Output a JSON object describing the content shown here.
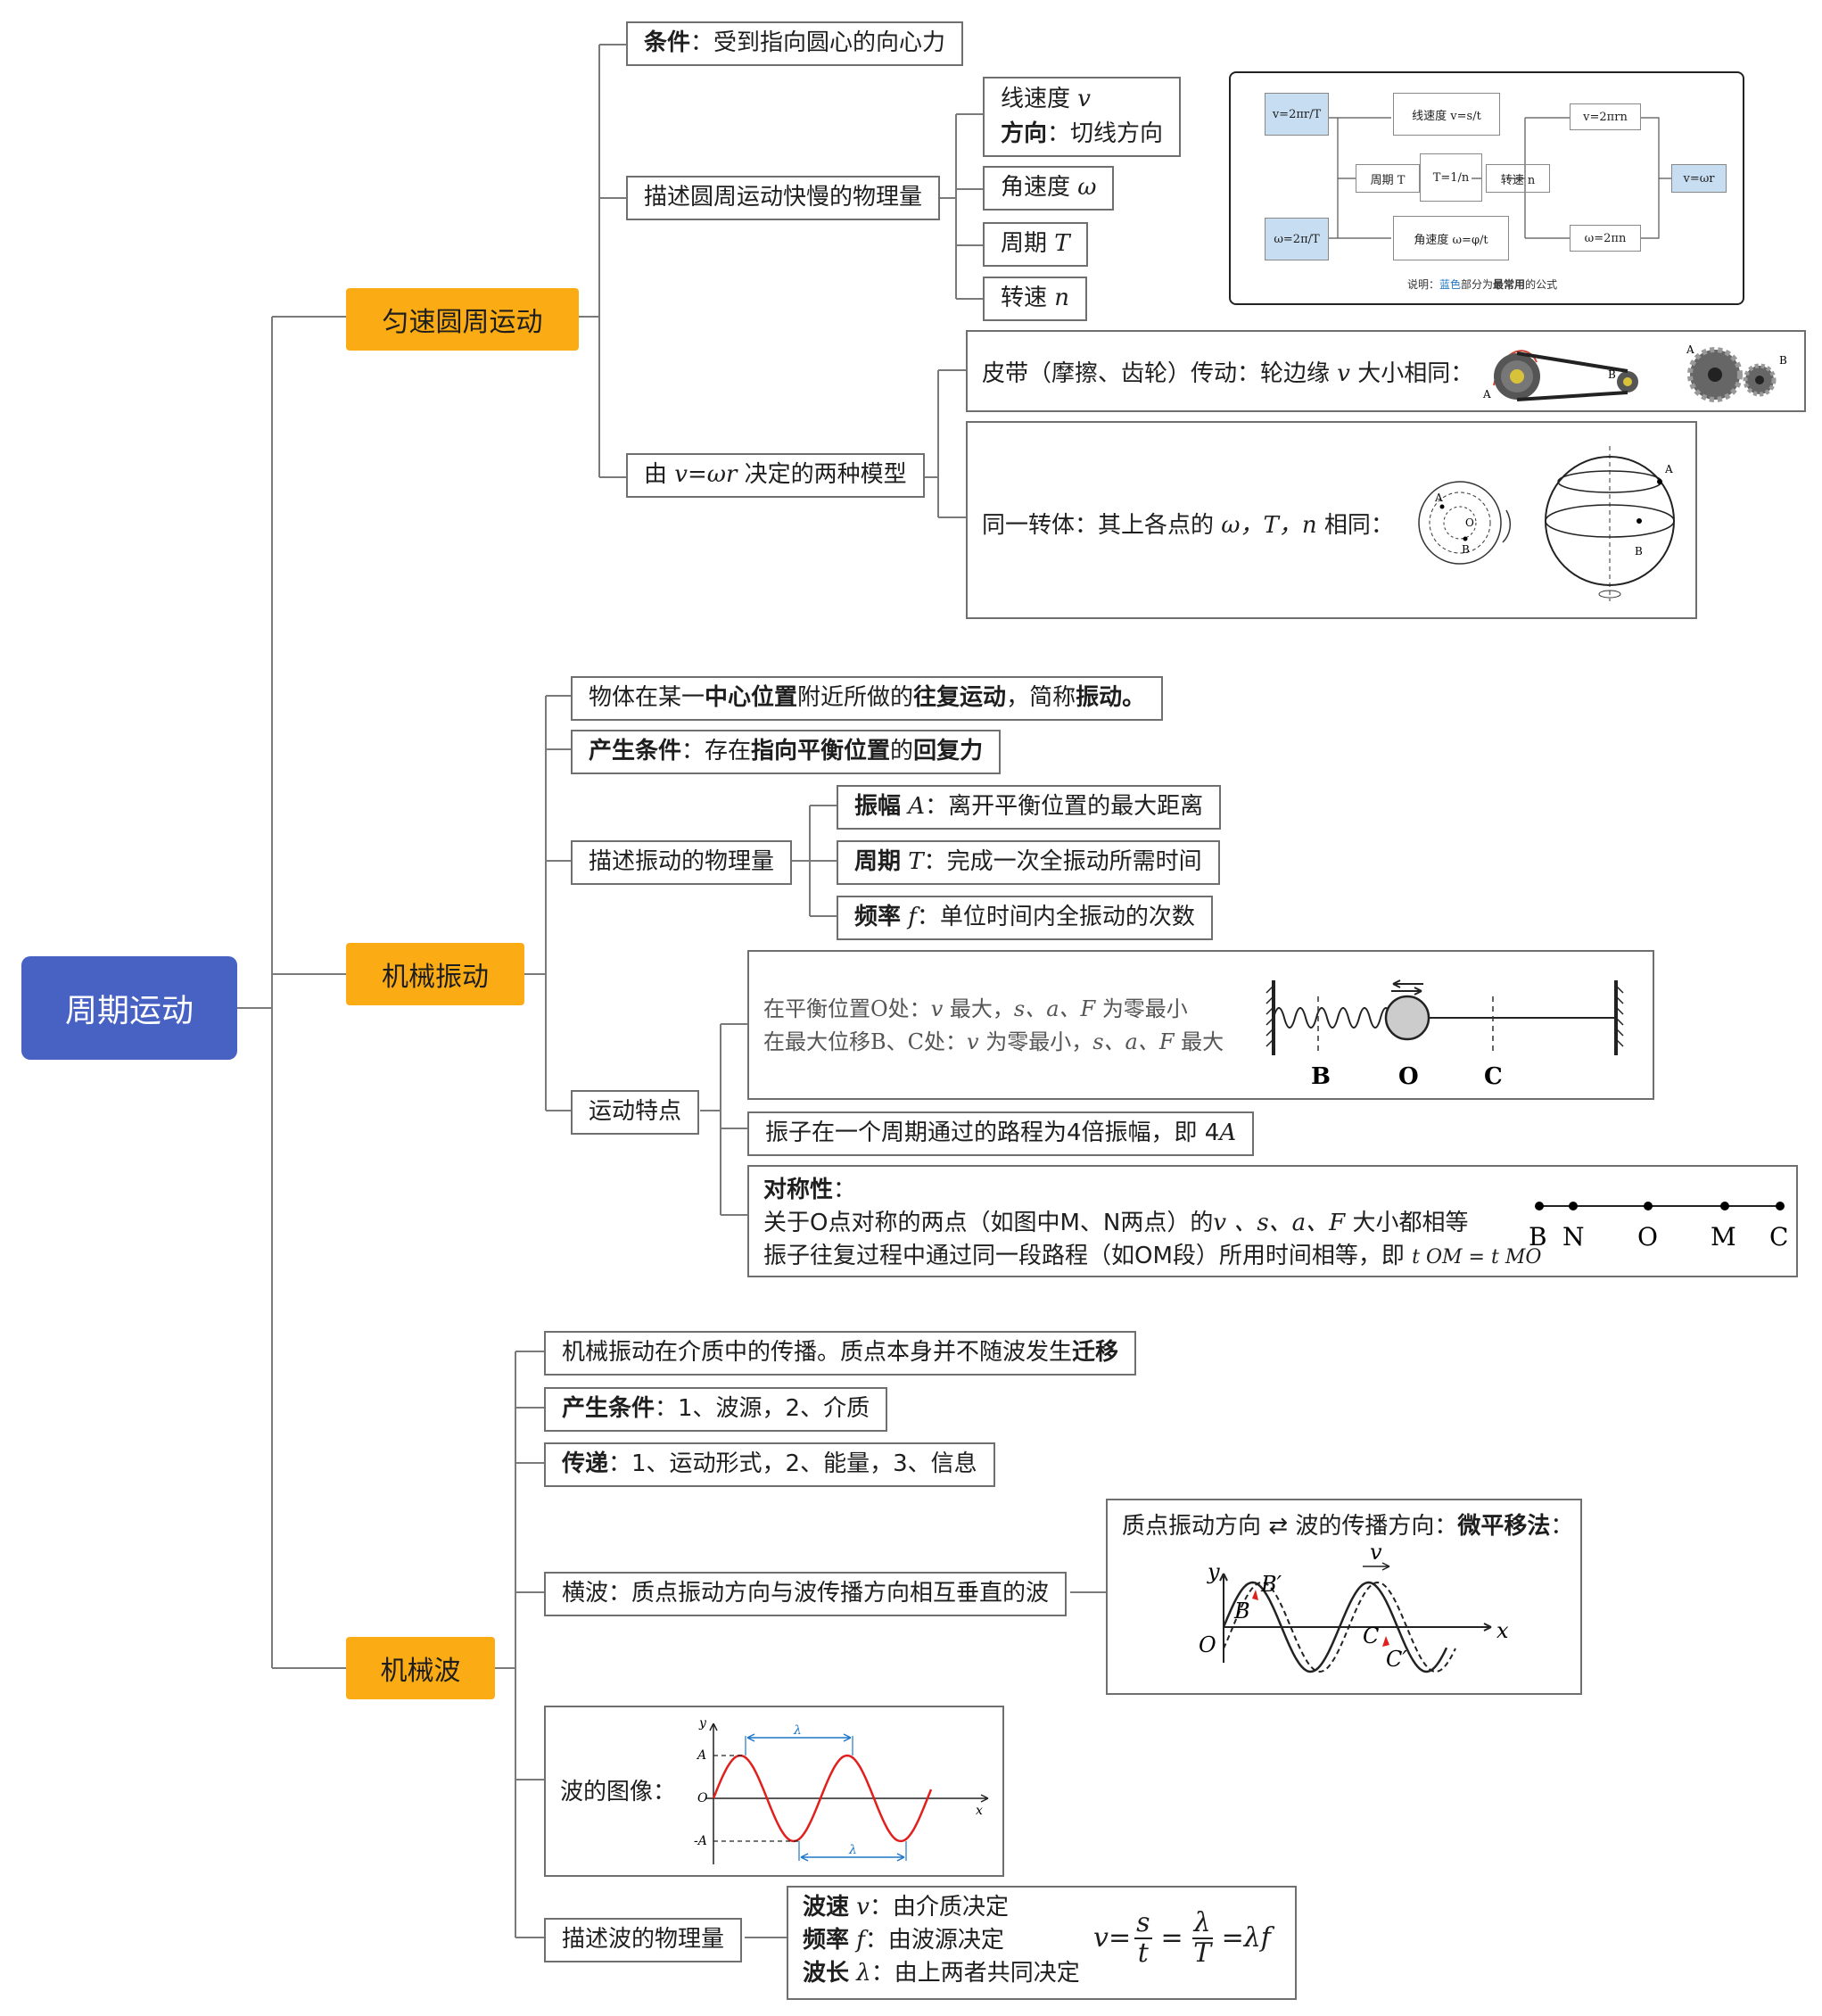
{
  "root": {
    "label": "周期运动"
  },
  "topics": {
    "circular": "匀速圆周运动",
    "vibration": "机械振动",
    "wave": "机械波"
  },
  "circular": {
    "condition_label": "条件",
    "condition_text": "：受到指向圆心的向心力",
    "describe": "描述圆周运动快慢的物理量",
    "linear_speed": "线速度",
    "linear_speed_sym": "v",
    "direction_label": "方向",
    "direction_text": "：切线方向",
    "angular_speed": "角速度",
    "angular_speed_sym": "ω",
    "period": "周期",
    "period_sym": "T",
    "rotation": "转速",
    "rotation_sym": "n",
    "models_prefix": "由",
    "models_formula": "v=ωr",
    "models_suffix": "决定的两种模型",
    "belt_prefix": "皮带（摩擦、齿轮）传动：轮边缘",
    "belt_sym": "v",
    "belt_suffix": "大小相同：",
    "same_body_prefix": "同一转体：其上各点的",
    "same_body_syms": "ω，T，n",
    "same_body_suffix": "相同：",
    "formula_box": {
      "v_2pir_T": "v=2πr/T",
      "linear_st": "线速度 v=s/t",
      "v_2pirn": "v=2πrn",
      "period_T": "周期 T",
      "T_1_n": "T=1/n",
      "rotation_n": "转速 n",
      "v_omega_r": "v=ωr",
      "w_2pi_T": "ω=2π/T",
      "angular_phi_t": "角速度 ω=φ/t",
      "w_2pin": "ω=2πn",
      "note_prefix": "说明：",
      "note_blue": "蓝色",
      "note_mid": "部分为",
      "note_bold": "最常用",
      "note_suffix": "的公式"
    },
    "fig_labels": {
      "A": "A",
      "B": "B",
      "O": "O"
    }
  },
  "vibration": {
    "def_pre": "物体在某一",
    "def_b1": "中心位置",
    "def_mid": "附近所做的",
    "def_b2": "往复运动",
    "def_mid2": "，简称",
    "def_b3": "振动。",
    "cond_label": "产生条件",
    "cond_mid": "：存在",
    "cond_b1": "指向平衡位置",
    "cond_mid2": "的",
    "cond_b2": "回复力",
    "describe": "描述振动的物理量",
    "amp_label": "振幅",
    "amp_sym": "A",
    "amp_text": "：离开平衡位置的最大距离",
    "per_label": "周期",
    "per_sym": "T",
    "per_text": "：完成一次全振动所需时间",
    "freq_label": "频率",
    "freq_sym": "f",
    "freq_text": "：单位时间内全振动的次数",
    "features": "运动特点",
    "feat_line1_pre": "在平衡位置O处：",
    "feat_line1_sym": "v",
    "feat_line1_mid": "最大，",
    "feat_line1_syms": "s、a、F",
    "feat_line1_suf": "为零最小",
    "feat_line2_pre": "在最大位移B、C处：",
    "feat_line2_sym": "v",
    "feat_line2_mid": "为零最小，",
    "feat_line2_syms": "s、a、F",
    "feat_line2_suf": "最大",
    "spring_labels": {
      "B": "B",
      "O": "O",
      "C": "C"
    },
    "path_text": "振子在一个周期通过的路程为4倍振幅，即 4",
    "path_sym": "A",
    "sym_title": "对称性",
    "sym_colon": "：",
    "sym_line1_pre": "关于O点对称的两点（如图中M、N两点）的",
    "sym_line1_syms": "v 、s、a、F",
    "sym_line1_suf": "大小都相等",
    "sym_line2_pre": "振子往复过程中通过同一段路程（如OM段）所用时间相等，即",
    "sym_line2_formula": "t OM = t MO",
    "axis_labels": [
      "B",
      "N",
      "O",
      "M",
      "C"
    ]
  },
  "wave": {
    "def_pre": "机械振动在介质中的传播。质点本身并不随波发生",
    "def_b": "迁移",
    "cond_label": "产生条件",
    "cond_text": "：1、波源，2、介质",
    "transfer_label": "传递",
    "transfer_text": "：1、运动形式，2、能量，3、信息",
    "transverse": "横波：质点振动方向与波传播方向相互垂直的波",
    "method_pre": "质点振动方向 ⇄ 波的传播方向：",
    "method_b": "微平移法",
    "method_colon": "：",
    "shift_labels": {
      "y": "y",
      "O": "O",
      "x": "x",
      "B": "B",
      "B2": "B′",
      "C": "C",
      "C2": "C′",
      "v": "v"
    },
    "graph_label": "波的图像：",
    "graph_labels": {
      "y": "y",
      "A": "A",
      "negA": "-A",
      "O": "O",
      "x": "x",
      "lambda": "λ"
    },
    "describe": "描述波的物理量",
    "speed_label": "波速",
    "speed_sym": "v",
    "speed_text": "：由介质决定",
    "freq_label": "频率",
    "freq_sym": "f",
    "freq_text": "：由波源决定",
    "len_label": "波长",
    "len_sym": "λ",
    "len_text": "：由上两者共同决定",
    "formula": {
      "v": "v=",
      "s": "s",
      "t": "t",
      "eq1": "=",
      "lambda": "λ",
      "T": "T",
      "tail": "=λf"
    }
  },
  "colors": {
    "root": "#4762c3",
    "topic": "#fbab13",
    "line": "#6f6f6f",
    "blue": "#1f77c9",
    "red": "#e0201c"
  }
}
